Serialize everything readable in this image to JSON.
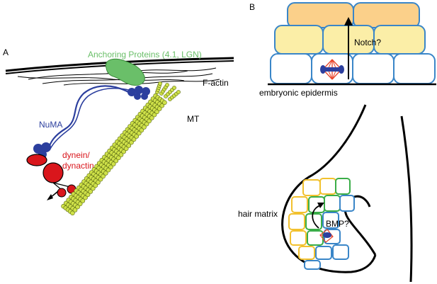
{
  "panel_a": {
    "letter": "A",
    "anchoring_label": "Anchoring Proteins (4.1, LGN)",
    "factin_label": "F-actin",
    "numa_label": "NuMA",
    "dynein_label_line1": "dynein/",
    "dynein_label_line2": "dynactin",
    "mt_label": "MT"
  },
  "panel_b": {
    "letter": "B",
    "notch_label": "Notch?",
    "epidermis_label": "embryonic epidermis",
    "hair_matrix_label": "hair matrix",
    "bmp_label": "BMP?"
  },
  "colors": {
    "anchoring_green": "#6abf69",
    "numa_blue": "#2c3f9e",
    "dynein_red": "#d9161c",
    "microtubule_yellow": "#cfe14a",
    "cell_outline_blue": "#3a86c8",
    "top_cell_orange": "#fbd08a",
    "mid_cell_yellow": "#fbeea7",
    "follicle_yellow": "#f2c12e",
    "follicle_green": "#3aad48"
  }
}
